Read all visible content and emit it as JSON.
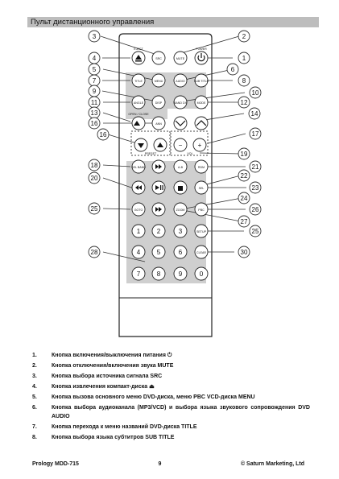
{
  "page_title": "Пульт дистанционного управления",
  "callouts": [
    "3",
    "2",
    "4",
    "1",
    "5",
    "6",
    "7",
    "8",
    "9",
    "10",
    "11",
    "12",
    "13",
    "14",
    "16",
    "17",
    "19",
    "18",
    "21",
    "20",
    "22",
    "23",
    "24",
    "25",
    "26",
    "27",
    "25",
    "28",
    "30"
  ],
  "buttons": {
    "eject_top": "EJECT",
    "src": "SRC",
    "mute": "MUTE",
    "power_top": "POWER",
    "title": "TITLE",
    "menu": "MENU",
    "audio": "AUDIO",
    "sub_title": "SUB TITLE",
    "angle": "ANGLE",
    "disp": "DISP",
    "band_dx": "BAND DX",
    "mode": "MODE",
    "open_close": "OPEN / CLOSE",
    "ann": "ANN",
    "prst": "PRESET",
    "vol": "VOL",
    "minus": "−",
    "plus": "+",
    "sel_band": "SEL BAND",
    "a_b": "A-B",
    "rdm": "RDM",
    "sel": "SEL",
    "goto": "GOTO",
    "zoom": "ZOOM",
    "pbc": "PBC",
    "setup": "SETUP",
    "clear": "CLEAR",
    "digits": [
      "1",
      "2",
      "3",
      "4",
      "5",
      "6",
      "7",
      "8",
      "9",
      "0"
    ]
  },
  "items": [
    {
      "n": "1.",
      "t": "Кнопка включения/выключения питания ⏻"
    },
    {
      "n": "2.",
      "t": "Кнопка отключения/включения звука MUTE"
    },
    {
      "n": "3.",
      "t": "Кнопка выбора источника сигнала SRC"
    },
    {
      "n": "4.",
      "t": "Кнопка извлечения компакт-диска ⏏"
    },
    {
      "n": "5.",
      "t": "Кнопка вызова основного меню DVD-диска, меню PBC VCD-диска MENU"
    },
    {
      "n": "6.",
      "t": "Кнопка выбора аудиоканала (MP3/VCD) и выбора языка звукового сопровождения DVD AUDIO"
    },
    {
      "n": "7.",
      "t": "Кнопка перехода к меню названий DVD-диска TITLE"
    },
    {
      "n": "8.",
      "t": "Кнопка выбора языка субтитров SUB TITLE"
    }
  ],
  "footer": {
    "left": "Prology MDD-715",
    "center": "9",
    "right": "© Saturn Marketing, Ltd"
  }
}
